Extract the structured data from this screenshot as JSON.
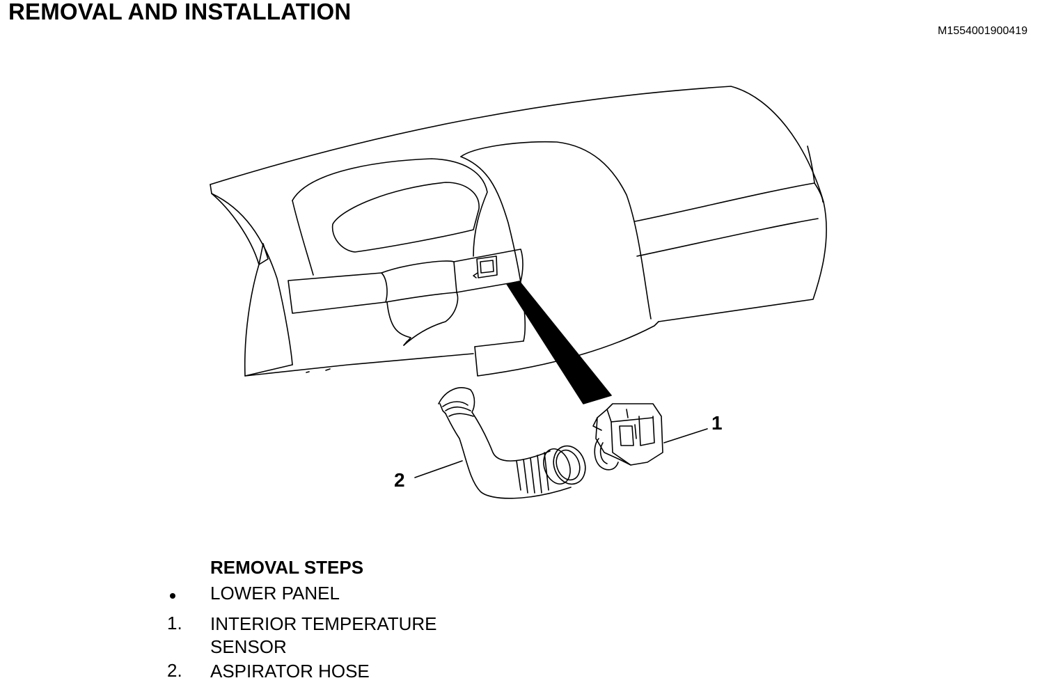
{
  "page": {
    "title": "REMOVAL AND INSTALLATION",
    "reference_id": "M1554001900419"
  },
  "illustration": {
    "callouts": [
      {
        "label": "1"
      },
      {
        "label": "2"
      }
    ]
  },
  "steps": {
    "heading": "REMOVAL STEPS",
    "items": [
      {
        "marker": "",
        "marker_type": "bullet",
        "text": "LOWER PANEL"
      },
      {
        "marker": "1.",
        "marker_type": "number",
        "text_line1": "INTERIOR TEMPERATURE",
        "text_line2": "SENSOR"
      },
      {
        "marker": "2.",
        "marker_type": "number",
        "text": "ASPIRATOR HOSE"
      }
    ]
  }
}
